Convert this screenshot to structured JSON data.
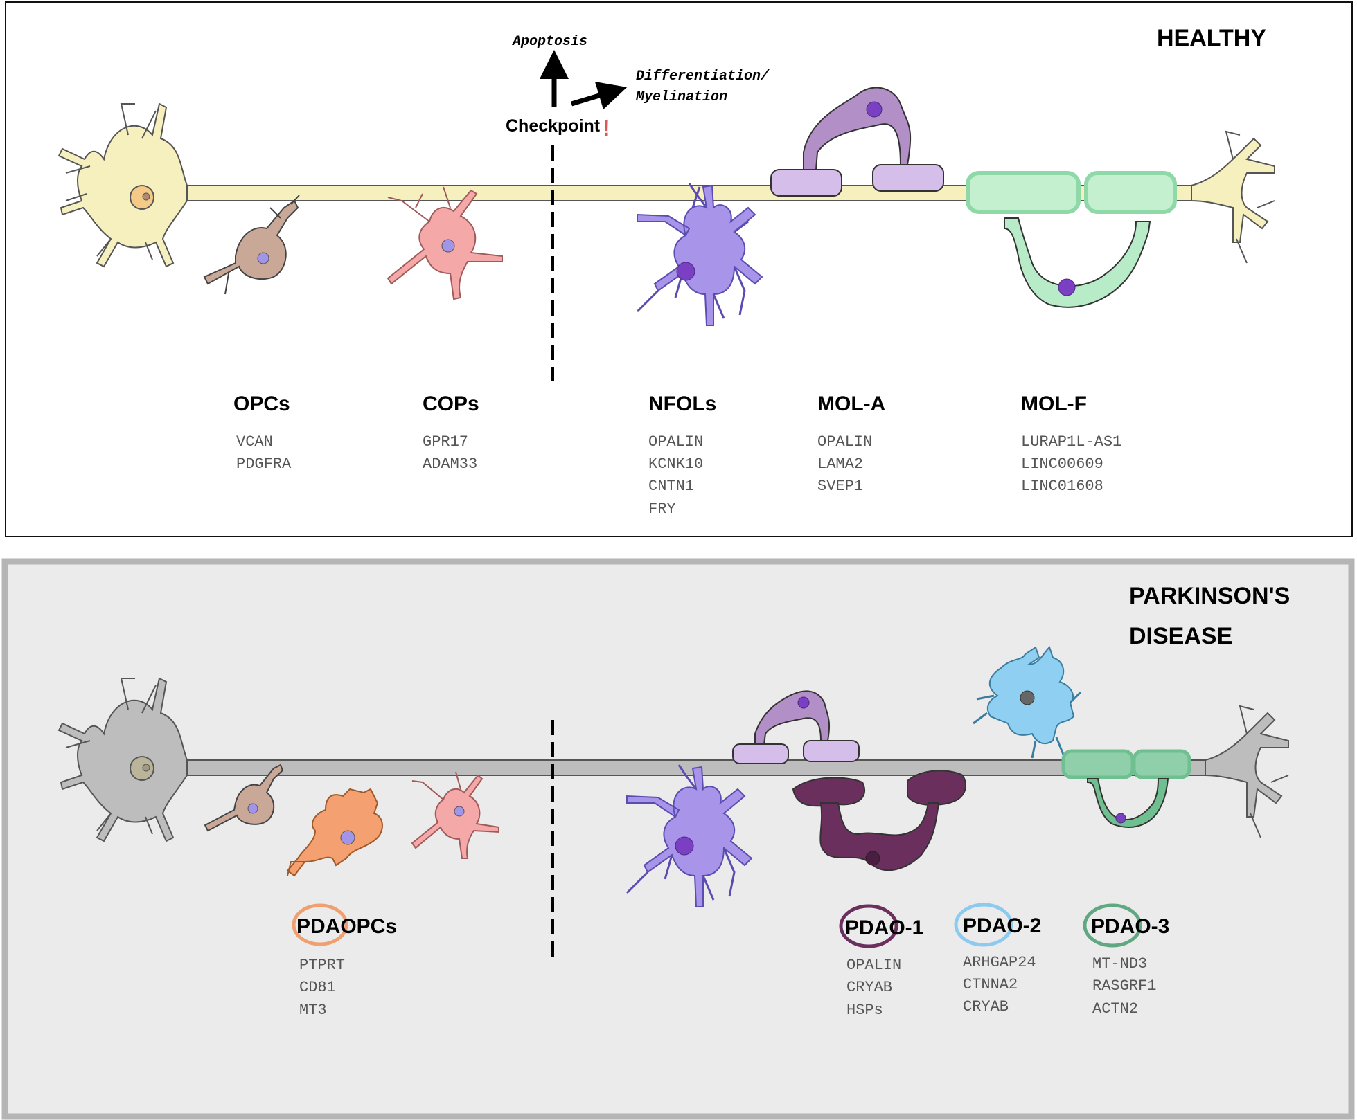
{
  "healthy": {
    "title": "HEALTHY",
    "apoptosis": "Apoptosis",
    "diff_line1": "Differentiation/",
    "diff_line2": "Myelination",
    "checkpoint": "Checkpoint",
    "checkpoint_mark": "!",
    "groups": [
      {
        "name": "OPCs",
        "genes": [
          "VCAN",
          "PDGFRA"
        ]
      },
      {
        "name": "COPs",
        "genes": [
          "GPR17",
          "ADAM33"
        ]
      },
      {
        "name": "NFOLs",
        "genes": [
          "OPALIN",
          "KCNK10",
          "CNTN1",
          "FRY"
        ]
      },
      {
        "name": "MOL-A",
        "genes": [
          "OPALIN",
          "LAMA2",
          "SVEP1"
        ]
      },
      {
        "name": "MOL-F",
        "genes": [
          "LURAP1L-AS1",
          "LINC00609",
          "LINC01608"
        ]
      }
    ]
  },
  "disease": {
    "title_line1": "PARKINSON'S",
    "title_line2": "DISEASE",
    "groups": [
      {
        "name": "PDAOPCs",
        "genes": [
          "PTPRT",
          "CD81",
          "MT3"
        ],
        "ring": "#f0a070"
      },
      {
        "name": "PDAO-1",
        "genes": [
          "OPALIN",
          "CRYAB",
          "HSPs"
        ],
        "ring": "#6b2f5e"
      },
      {
        "name": "PDAO-2",
        "genes": [
          "ARHGAP24",
          "CTNNA2",
          "CRYAB"
        ],
        "ring": "#8ccbef"
      },
      {
        "name": "PDAO-3",
        "genes": [
          "MT-ND3",
          "RASGRF1",
          "ACTN2"
        ],
        "ring": "#5fa882"
      }
    ]
  },
  "colors": {
    "neuron_healthy": "#f6f0bf",
    "neuron_disease": "#bdbdbd",
    "opc": "#c9a898",
    "cop": "#f4a8a8",
    "nfol": "#a895ea",
    "mol_a": "#b38fc7",
    "mol_f": "#b8ecc8",
    "pdaopc": "#f5a070",
    "pdao1": "#6b2f5e",
    "pdao2": "#8fd0f2",
    "pdao3": "#6fbf91",
    "panel_disease_bg": "#ebebeb"
  }
}
